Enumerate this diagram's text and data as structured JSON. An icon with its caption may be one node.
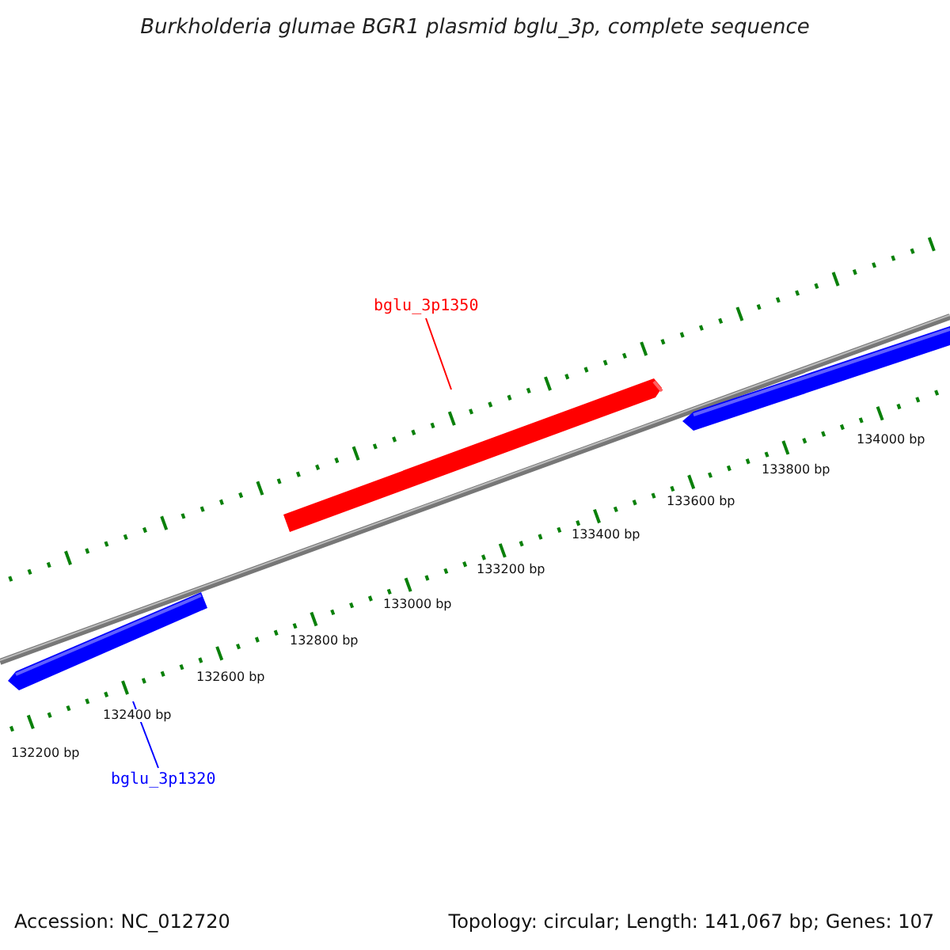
{
  "diagram": {
    "title": "Burkholderia glumae BGR1 plasmid bglu_3p, complete sequence",
    "nodes": [
      {
        "text": [
          "bglu_3p1350"
        ]
      },
      {
        "text": [],
        "shape": "bar"
      },
      {
        "text": [],
        "shape": "bar"
      },
      {
        "text": [],
        "shape": "bar"
      },
      {
        "text": [
          "bglu_3p1320"
        ]
      }
    ],
    "edges": [
      {
        "from": 0,
        "to": 1,
        "arrow": "none",
        "color": "#ff0000"
      },
      {
        "from": 4,
        "to": 3,
        "arrow": "none",
        "color": "#0000ff"
      }
    ],
    "labels": [
      "134000 bp",
      "133800 bp",
      "133600 bp",
      "133400 bp",
      "133200 bp",
      "133000 bp",
      "132800 bp",
      "132600 bp",
      "132400 bp",
      "132200 bp",
      "Accession: NC_012720",
      "Topology: circular; Length: 141,067 bp; Genes: 107"
    ]
  }
}
